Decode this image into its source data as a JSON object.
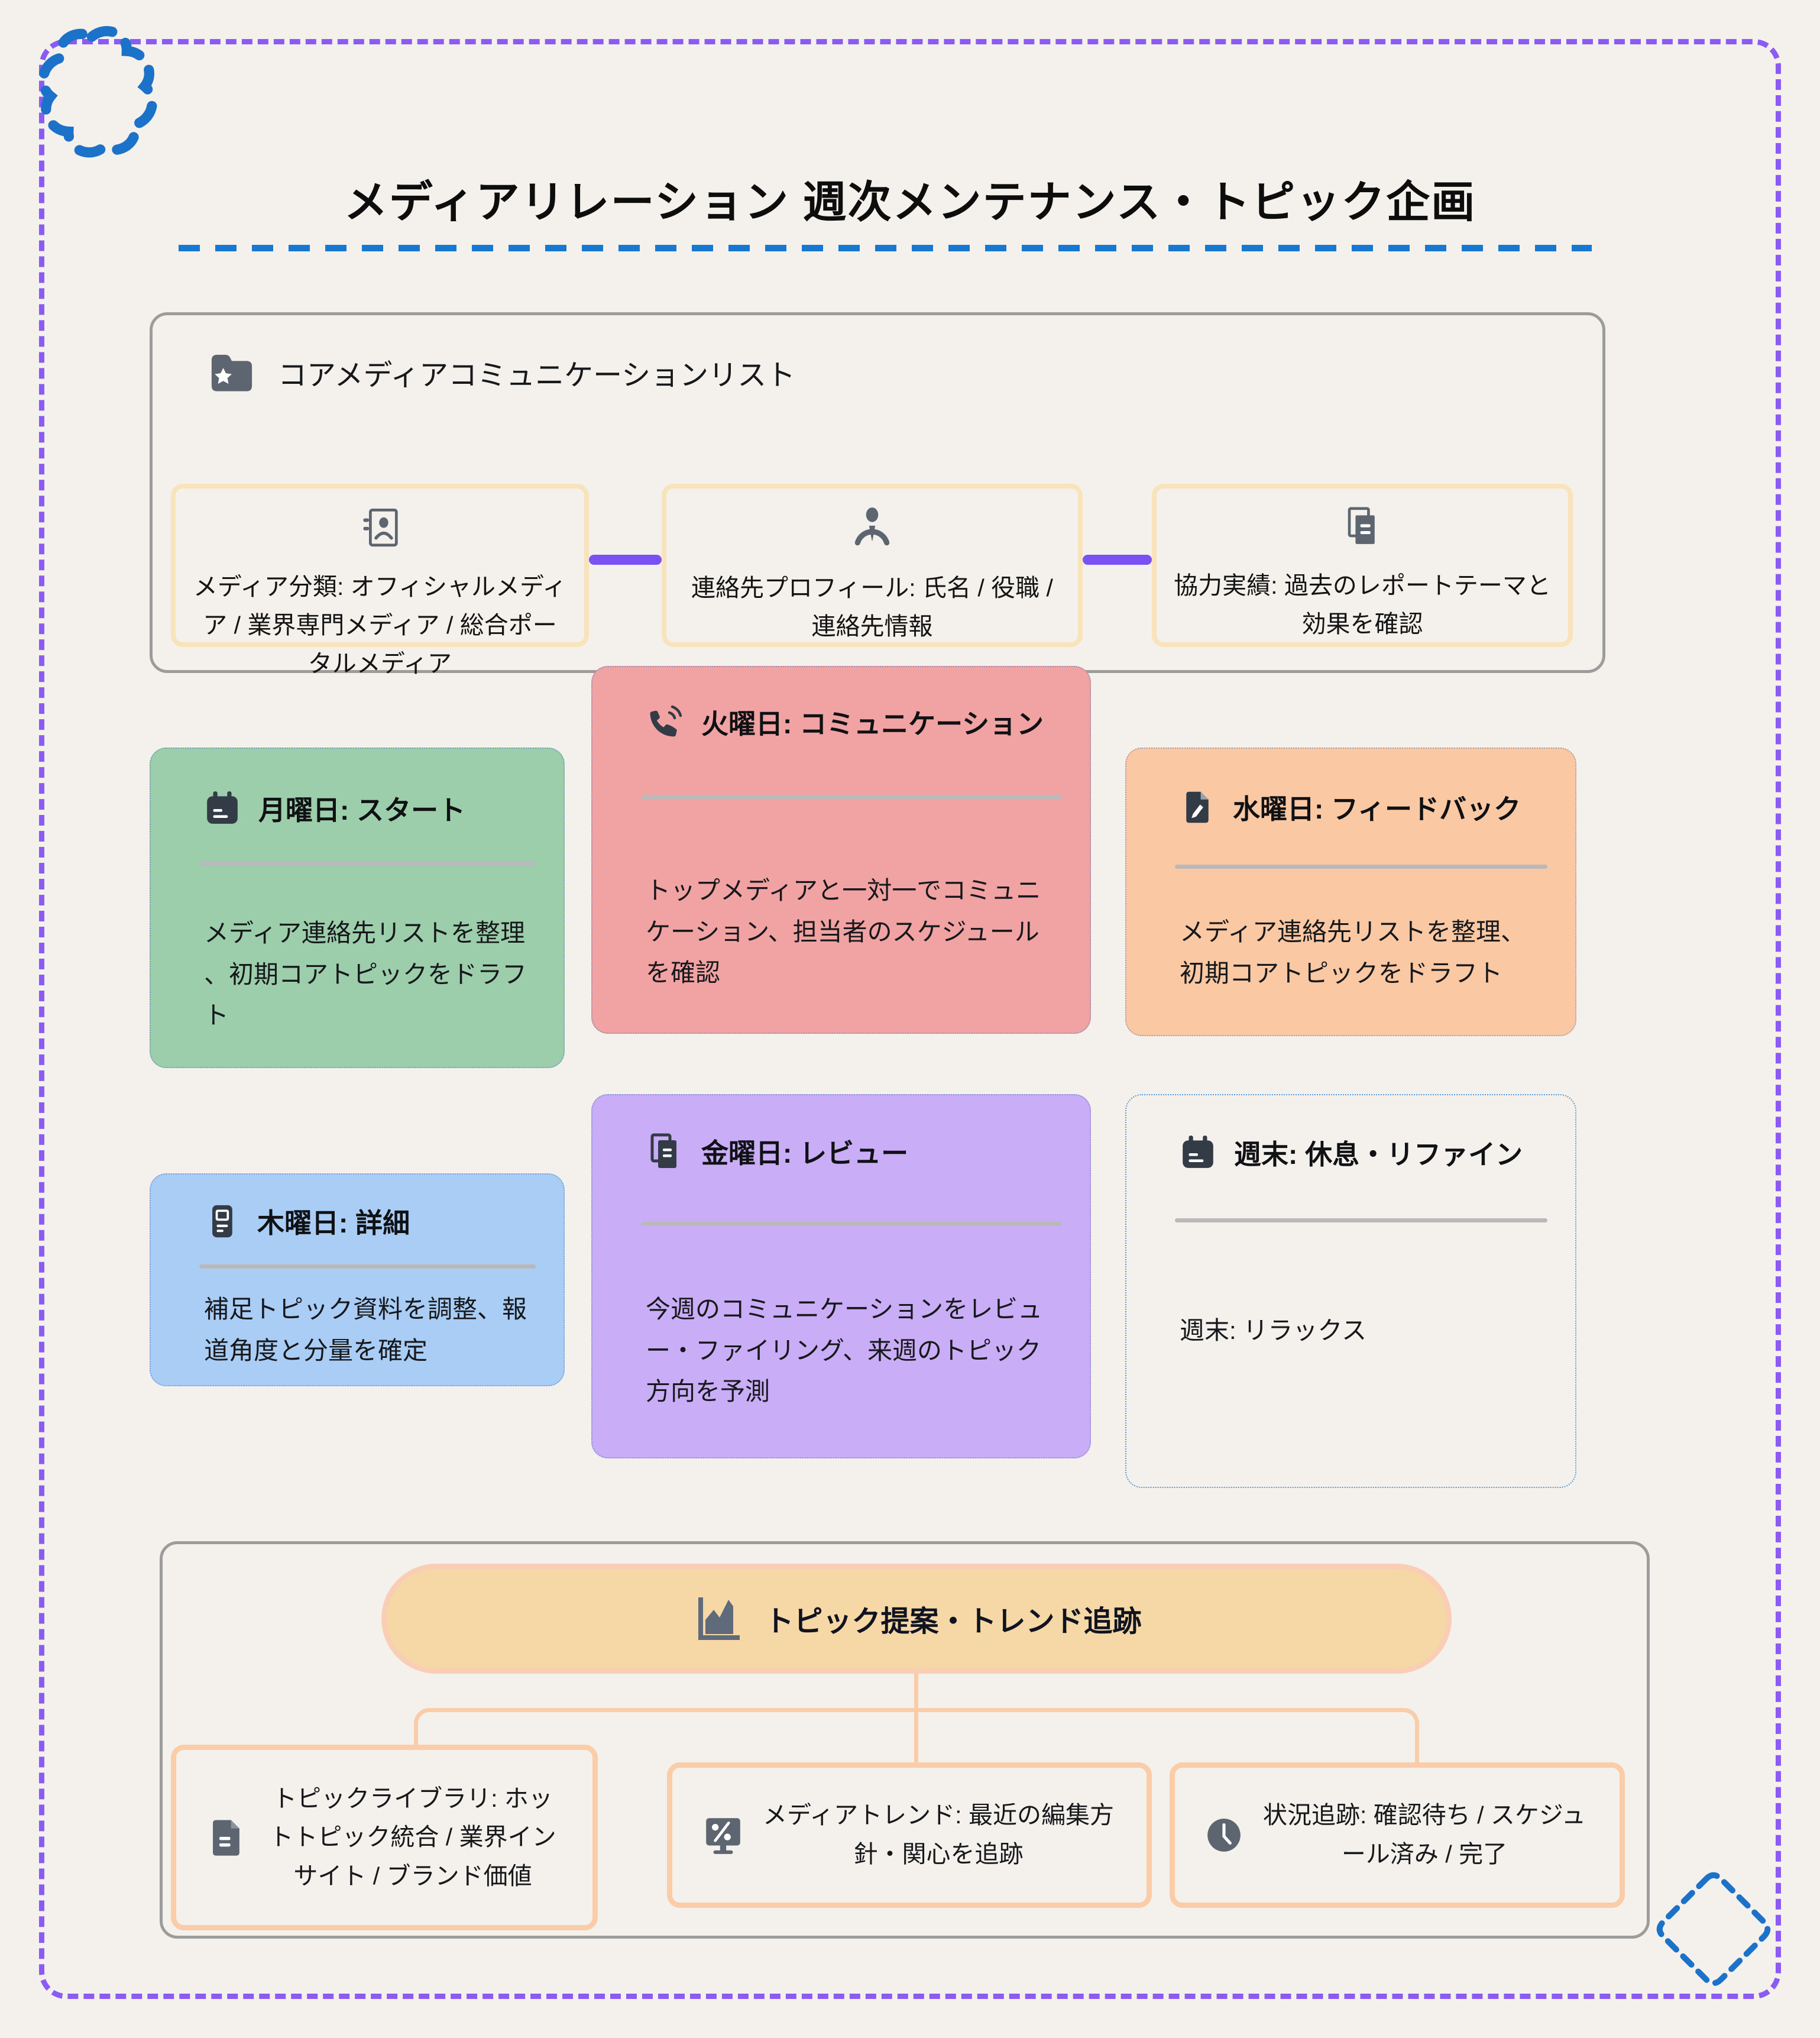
{
  "title": "メディアリレーション 週次メンテナンス・トピック企画",
  "top_section": {
    "header": "コアメディアコミュニケーションリスト",
    "items": [
      {
        "icon": "contact-card-icon",
        "label": "メディア分類: オフィシャルメディア / 業界専門メディア / 総合ポータルメディア"
      },
      {
        "icon": "person-icon",
        "label": "連絡先プロフィール: 氏名 / 役職 / 連絡先情報"
      },
      {
        "icon": "documents-icon",
        "label": "協力実績: 過去のレポートテーマと効果を確認"
      }
    ]
  },
  "days": [
    {
      "key": "monday",
      "icon": "calendar-icon",
      "title": "月曜日: スタート",
      "body": "メディア連絡先リストを整理、初期コアトピックをドラフト",
      "color": "#9CCEAC"
    },
    {
      "key": "tuesday",
      "icon": "phone-icon",
      "title": "火曜日: コミュニケーション",
      "body": "トップメディアと一対一でコミュニケーション、担当者のスケジュールを確認",
      "color": "#F1A2A2"
    },
    {
      "key": "wednesday",
      "icon": "edit-icon",
      "title": "水曜日: フィードバック",
      "body": "メディア連絡先リストを整理、初期コアトピックをドラフト",
      "color": "#FAC9A3"
    },
    {
      "key": "thursday",
      "icon": "device-doc-icon",
      "title": "木曜日: 詳細",
      "body": "補足トピック資料を調整、報道角度と分量を確定",
      "color": "#A9CDF5"
    },
    {
      "key": "friday",
      "icon": "copy-icon",
      "title": "金曜日: レビュー",
      "body": "今週のコミュニケーションをレビュー・ファイリング、来週のトピック方向を予測",
      "color": "#C9ADF6"
    },
    {
      "key": "weekend",
      "icon": "calendar-icon",
      "title": "週末: 休息・リファイン",
      "body": "週末: リラックス",
      "color": "transparent"
    }
  ],
  "bottom_section": {
    "header": "トピック提案・トレンド追跡",
    "items": [
      {
        "icon": "doc-icon",
        "label": "トピックライブラリ: ホットトピック統合 / 業界インサイト / ブランド価値"
      },
      {
        "icon": "monitor-icon",
        "label": "メディアトレンド: 最近の編集方針・関心を追跡"
      },
      {
        "icon": "clock-icon",
        "label": "状況追跡: 確認待ち / スケジュール済み / 完了"
      }
    ]
  },
  "colors": {
    "page_bg": "#F4F1EC",
    "frame_border": "#8A5CF5",
    "accent_blue": "#1778D2",
    "container_border": "#9C9C9C",
    "subbox_border": "#F8E3BB",
    "connector_purple": "#7A52F4",
    "pill_bg": "#F6D8A6",
    "pill_border": "#F9CEB5",
    "tree_connector": "#FACDA8",
    "icon_dark": "#333B47",
    "icon_slate": "#5C6570",
    "weekend_border": "#5B9BD5"
  }
}
